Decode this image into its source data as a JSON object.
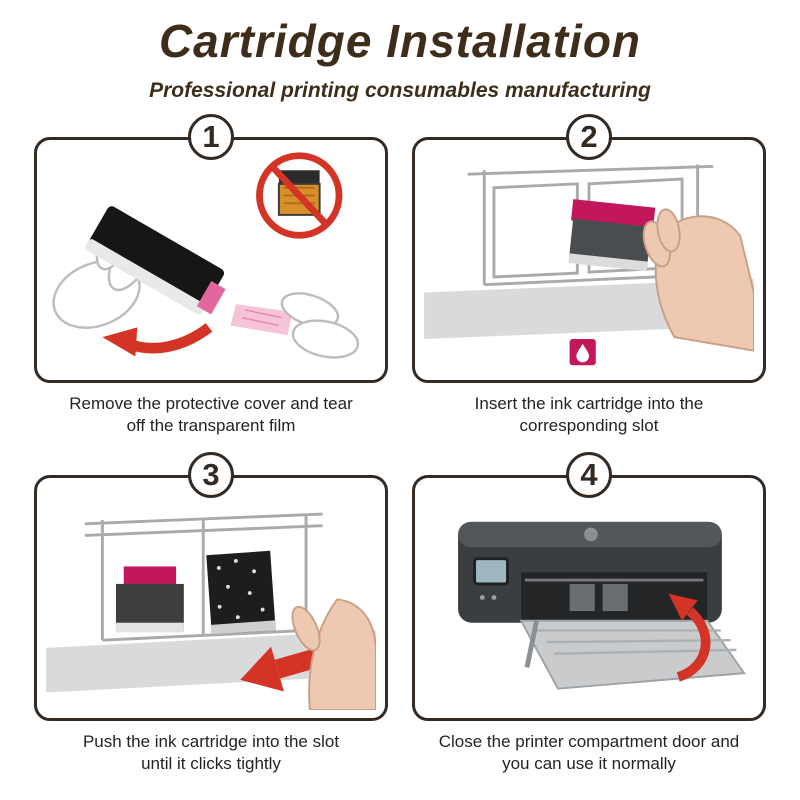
{
  "page": {
    "title": "Cartridge Installation",
    "subtitle": "Professional printing consumables manufacturing"
  },
  "colors": {
    "heading_brown": "#3e2d1a",
    "panel_border": "#332a24",
    "arrow_red": "#d43425",
    "magenta_ink": "#c2185b",
    "prohibit_red": "#d43425"
  },
  "steps": [
    {
      "number": "1",
      "caption_line1": "Remove the protective cover and tear",
      "caption_line2": "off the transparent film"
    },
    {
      "number": "2",
      "caption_line1": "Insert the ink cartridge into the",
      "caption_line2": "corresponding slot"
    },
    {
      "number": "3",
      "caption_line1": "Push the ink cartridge into the slot",
      "caption_line2": "until it clicks tightly"
    },
    {
      "number": "4",
      "caption_line1": "Close the printer compartment door and",
      "caption_line2": "you can use it normally"
    }
  ],
  "icons": {
    "prohibition": "no-touch-contacts-icon",
    "arrow": "red-direction-arrow",
    "ink_swatch": "magenta-ink-swatch"
  }
}
